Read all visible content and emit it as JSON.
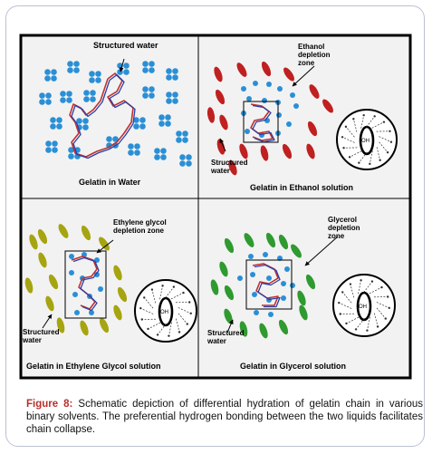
{
  "panels": {
    "water": {
      "title": "Gelatin in Water",
      "annotation": "Structured water"
    },
    "ethanol": {
      "title": "Gelatin in Ethanol solution",
      "zone": [
        "Ethanol",
        "depletion",
        "zone"
      ],
      "structured": [
        "Structured",
        "water"
      ]
    },
    "ethylene": {
      "title": "Gelatin in Ethylene Glycol solution",
      "zone": [
        "Ethylene glycol",
        "depletion zone"
      ],
      "structured": [
        "Structured",
        "water"
      ]
    },
    "glycerol": {
      "title": "Gelatin in Glycerol solution",
      "zone": [
        "Glycerol",
        "depletion",
        "zone"
      ],
      "structured": [
        "Structured",
        "water"
      ]
    }
  },
  "inset_label": "OH",
  "caption": {
    "label": "Figure 8:",
    "text": "Schematic depiction of differential hydration of gelatin chain in various binary solvents. The preferential hydrogen bonding between the two liquids facilitates chain collapse."
  },
  "colors": {
    "water": "#2a8fd6",
    "ethanol": "#c02020",
    "ethylene_glycol": "#a6a410",
    "glycerol": "#2f9a2f",
    "chain_red": "#c0312e",
    "chain_blue": "#2c3fa8",
    "accent": "#b5302a"
  }
}
